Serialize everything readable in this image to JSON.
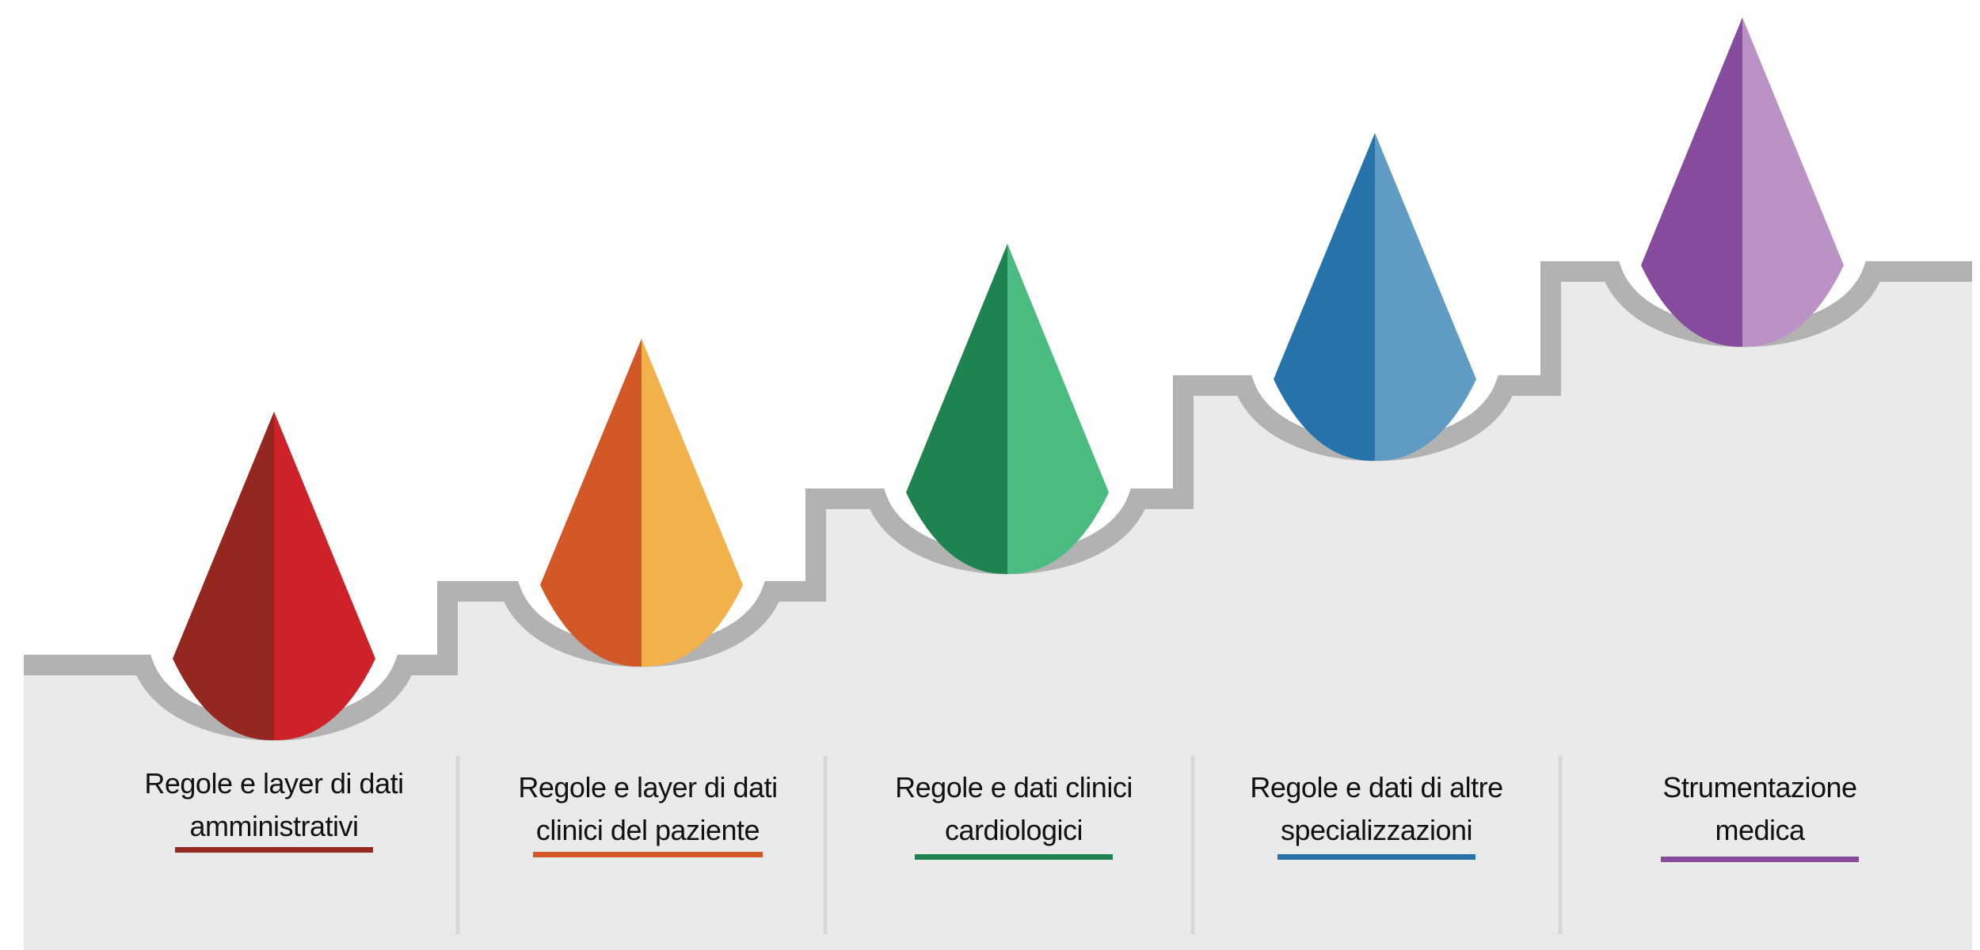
{
  "steps": [
    {
      "line1": "Regole e layer di dati",
      "line2": "amministrativi",
      "color_dark": "#942821",
      "color_light": "#cf2128",
      "underline": "#942821"
    },
    {
      "line1": "Regole e layer di dati",
      "line2": "clinici del paziente",
      "color_dark": "#d35828",
      "color_light": "#f3b14c",
      "underline": "#d35828"
    },
    {
      "line1": "Regole e dati clinici",
      "line2": "cardiologici",
      "color_dark": "#1e8350",
      "color_light": "#4bbc7f",
      "underline": "#1e8350"
    },
    {
      "line1": "Regole e dati di altre",
      "line2": "specializzazioni",
      "color_dark": "#2673ab",
      "color_light": "#5f9bc3",
      "underline": "#2673ab"
    },
    {
      "line1": "Strumentazione",
      "line2": "medica",
      "color_dark": "#874b9e",
      "color_light": "#bb92c5",
      "underline": "#874b9e"
    }
  ],
  "colors": {
    "stair_outline": "#b2b2b2",
    "background_fill": "#e9eaea",
    "divider": "#d6d7d7"
  }
}
